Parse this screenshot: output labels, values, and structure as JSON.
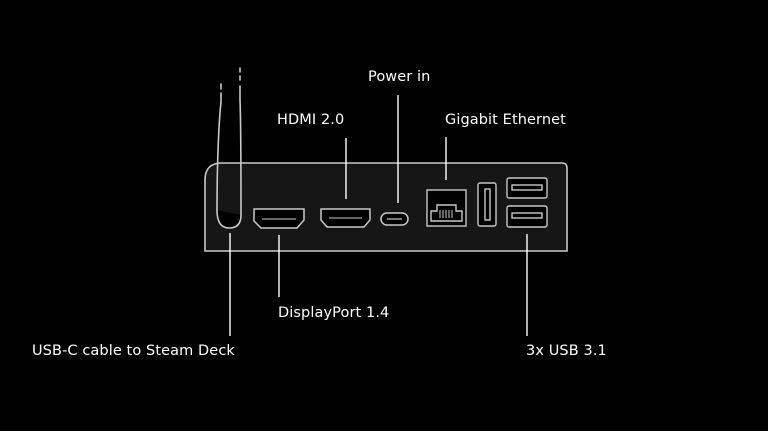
{
  "background_color": "#000000",
  "line_color": "#c9c9c9",
  "dock_fill_color": "#161616",
  "text_color": "#ffffff",
  "labels": {
    "power_in": "Power in",
    "hdmi": "HDMI 2.0",
    "gigabit_ethernet": "Gigabit Ethernet",
    "displayport": "DisplayPort 1.4",
    "usb_c_cable": "USB-C cable to Steam Deck",
    "usb_31": "3x USB 3.1"
  }
}
